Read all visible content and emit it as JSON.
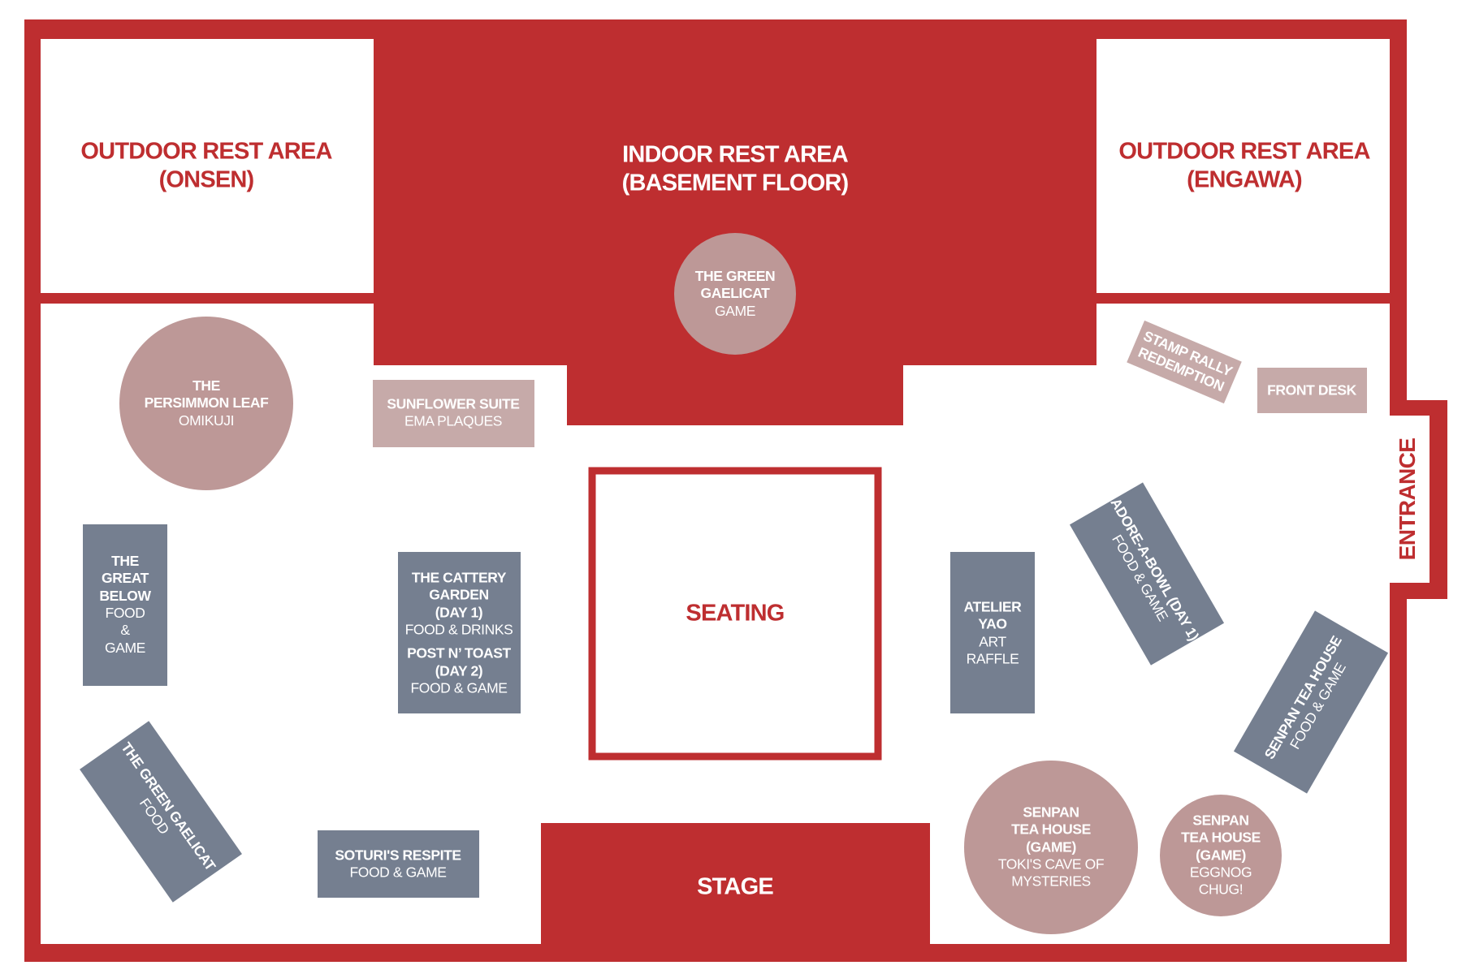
{
  "colors": {
    "wall_red": "#be2e30",
    "booth_slate": "#757f90",
    "booth_rose": "#bd9897",
    "booth_light_rose": "#c6aaa9",
    "floor_white": "#ffffff"
  },
  "areas": {
    "outdoor_onsen": {
      "line1": "OUTDOOR REST AREA",
      "line2": "(ONSEN)"
    },
    "indoor_basement": {
      "line1": "INDOOR REST AREA",
      "line2": "(BASEMENT FLOOR)"
    },
    "outdoor_engawa": {
      "line1": "OUTDOOR REST AREA",
      "line2": "(ENGAWA)"
    },
    "seating": "SEATING",
    "stage": "STAGE",
    "entrance": "ENTRANCE"
  },
  "booths": {
    "green_gaelicat_game": {
      "name1": "THE GREEN",
      "name2": "GAELICAT",
      "type": "GAME"
    },
    "persimmon_leaf": {
      "name1": "THE",
      "name2": "PERSIMMON LEAF",
      "type": "OMIKUJI"
    },
    "sunflower_suite": {
      "name": "SUNFLOWER SUITE",
      "type": "EMA PLAQUES"
    },
    "great_below": {
      "name1": "THE",
      "name2": "GREAT",
      "name3": "BELOW",
      "type1": "FOOD",
      "type2": "&",
      "type3": "GAME"
    },
    "cattery_garden": {
      "name1": "THE CATTERY",
      "name2": "GARDEN",
      "day": "(DAY 1)",
      "type": "FOOD & DRINKS"
    },
    "post_n_toast": {
      "name": "POST  N’ TOAST",
      "day": "(DAY 2)",
      "type": "FOOD & GAME"
    },
    "green_gaelicat_food": {
      "name": "THE GREEN GAELICAT",
      "type": "FOOD"
    },
    "soturis_respite": {
      "name": "SOTURI'S RESPITE",
      "type": "FOOD & GAME"
    },
    "atelier_yao": {
      "name1": "ATELIER",
      "name2": "YAO",
      "type1": "ART",
      "type2": "RAFFLE"
    },
    "stamp_rally": {
      "name1": "STAMP RALLY",
      "name2": "REDEMPTION"
    },
    "front_desk": {
      "name": "FRONT DESK"
    },
    "adore_a_bowl": {
      "name": "ADORE-A-BOWL (DAY 1)",
      "type": "FOOD & GAME"
    },
    "senpan_tea_house_rect": {
      "name": "SENPAN TEA HOUSE",
      "type": "FOOD & GAME"
    },
    "senpan_tokis_cave": {
      "name1": "SENPAN",
      "name2": "TEA HOUSE",
      "name3": "(GAME)",
      "type1": "TOKI'S CAVE OF",
      "type2": "MYSTERIES"
    },
    "senpan_eggnog": {
      "name1": "SENPAN",
      "name2": "TEA HOUSE",
      "name3": "(GAME)",
      "type1": "EGGNOG",
      "type2": "CHUG!"
    }
  }
}
